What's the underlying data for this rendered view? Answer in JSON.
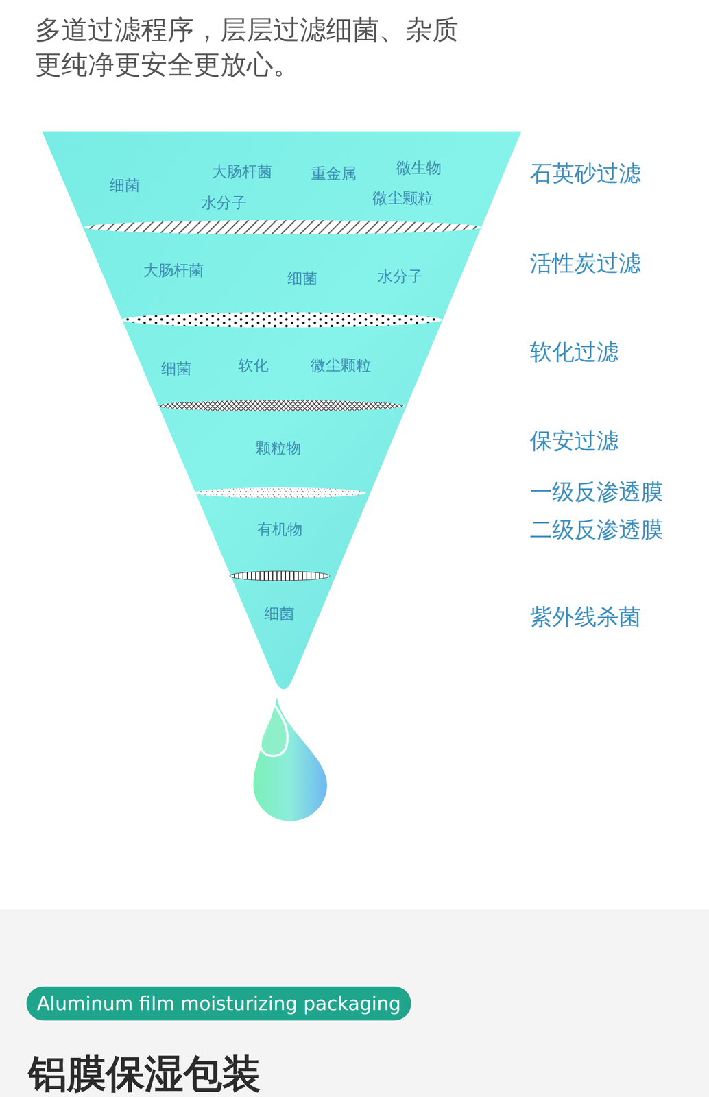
{
  "diagram": {
    "title": "多道过滤程序，层层过滤细菌、杂质 更纯净更安全更放心。",
    "nodes": [
      {
        "text": [
          "Aluminum film moisturizing packaging"
        ]
      }
    ],
    "labels": [
      "细菌",
      "大肠杆菌",
      "重金属",
      "微生物",
      "水分子",
      "微尘颗粒",
      "大肠杆菌",
      "细菌",
      "水分子",
      "细菌",
      "软化",
      "微尘颗粒",
      "颗粒物",
      "有机物",
      "细菌",
      "石英砂过滤",
      "活性炭过滤",
      "软化过滤",
      "保安过滤",
      "一级反渗透膜",
      "二级反渗透膜",
      "紫外线杀菌",
      "铝膜保湿包装"
    ]
  }
}
